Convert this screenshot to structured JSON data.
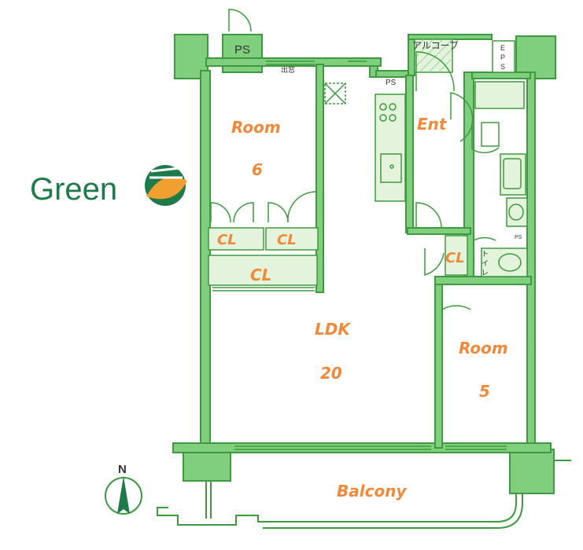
{
  "logo": {
    "text": "Green"
  },
  "rooms": {
    "room6": {
      "name": "Room",
      "size": "6"
    },
    "ldk": {
      "name": "LDK",
      "size": "20"
    },
    "room5": {
      "name": "Room",
      "size": "5"
    },
    "entrance": {
      "name": "Ent"
    },
    "balcony": {
      "name": "Balcony"
    }
  },
  "closets": {
    "cl1": "CL",
    "cl2": "CL",
    "cl3": "CL",
    "cl4": "CL"
  },
  "labels": {
    "ps_top": "PS",
    "ps_small": "PS",
    "ps_bath": "PS",
    "alcove": "アルコーブ",
    "eps": [
      "E",
      "P",
      "S"
    ],
    "demado": "出窓",
    "toilet": [
      "ト",
      "イ",
      "レ"
    ]
  },
  "compass": {
    "north": "N"
  },
  "colors": {
    "wall": "#7fcf7f",
    "wall_stroke": "#3f9a3f",
    "fill": "#e4f3dc",
    "room_label": "#f08a3a",
    "logo_green": "#1f7a4a",
    "logo_orange": "#f0a030"
  }
}
